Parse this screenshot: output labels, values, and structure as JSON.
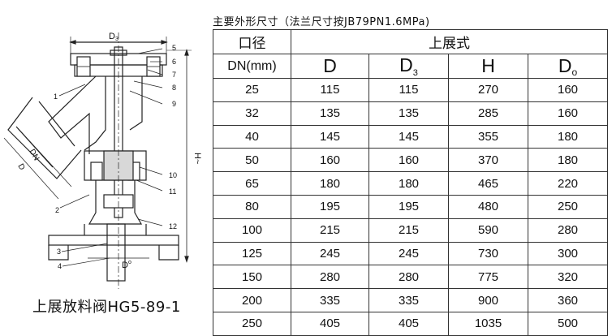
{
  "drawing": {
    "labels": {
      "d3": "D",
      "d3_sub": "3",
      "dn": "DN",
      "d": "D",
      "h": "H~",
      "do": "D",
      "do_sub": "o"
    },
    "part_numbers": [
      "1",
      "2",
      "3",
      "4",
      "5",
      "6",
      "7",
      "8",
      "9",
      "10",
      "11",
      "12"
    ]
  },
  "caption": "上展放料阀HG5-89-1",
  "table": {
    "title": "主要外形尺寸（法兰尺寸按JB79PN1.6MPa)",
    "header_top": {
      "col1": "口径",
      "group": "上展式"
    },
    "header_bottom": {
      "col1": "DN(mm)",
      "d": "D",
      "d3": "D",
      "d3_sub": "3",
      "h": "H",
      "do": "D",
      "do_sub": "o"
    },
    "rows": [
      [
        "25",
        "115",
        "115",
        "270",
        "160"
      ],
      [
        "32",
        "135",
        "135",
        "285",
        "160"
      ],
      [
        "40",
        "145",
        "145",
        "355",
        "180"
      ],
      [
        "50",
        "160",
        "160",
        "370",
        "180"
      ],
      [
        "65",
        "180",
        "180",
        "465",
        "220"
      ],
      [
        "80",
        "195",
        "195",
        "480",
        "250"
      ],
      [
        "100",
        "215",
        "215",
        "590",
        "280"
      ],
      [
        "125",
        "245",
        "245",
        "730",
        "300"
      ],
      [
        "150",
        "280",
        "280",
        "775",
        "320"
      ],
      [
        "200",
        "335",
        "335",
        "900",
        "360"
      ],
      [
        "250",
        "405",
        "405",
        "1035",
        "500"
      ]
    ]
  }
}
